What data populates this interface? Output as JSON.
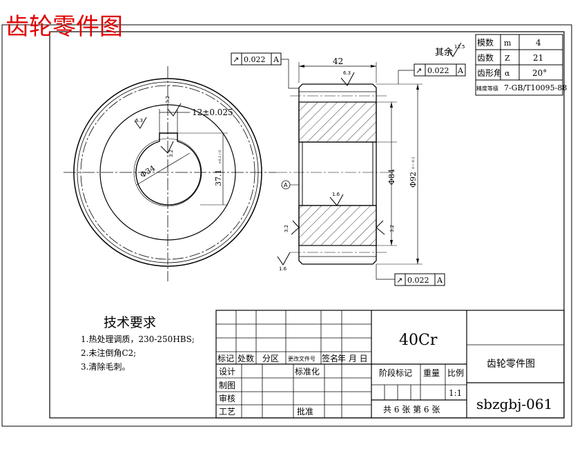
{
  "page_title": "齿轮零件图",
  "gear_params": [
    {
      "name": "模数",
      "symbol": "m",
      "value": "4"
    },
    {
      "name": "齿数",
      "symbol": "Z",
      "value": "21"
    },
    {
      "name": "齿形角",
      "symbol": "α",
      "value": "20°"
    },
    {
      "name": "精度等级",
      "symbol": "",
      "value": "7-GB/T10095-88"
    }
  ],
  "roughness_rest_label": "其余",
  "roughness_rest_value": "12.5",
  "dimensions": {
    "width": "42",
    "keyway_width": "12±0.025",
    "keyway_depth": "37.1",
    "keyway_depth_tol": "+0.2 / 0",
    "bore_dia": "Φ34",
    "hub_dia": "Φ84",
    "outer_dia": "Φ92",
    "outer_tol": "0 / -0.2"
  },
  "roughness": {
    "r1": "6.3",
    "r2": "3.2",
    "r3": "1.6",
    "r4": "3.2",
    "r5": "6.3",
    "r6": "1.6"
  },
  "tolerance_frames": [
    {
      "symbol": "↗",
      "value": "0.022",
      "datum": "A"
    },
    {
      "symbol": "↗",
      "value": "0.022",
      "datum": "A"
    },
    {
      "symbol": "↗",
      "value": "0.022",
      "datum": "A"
    }
  ],
  "datum_label": "A",
  "tech_req": {
    "title": "技术要求",
    "items": [
      "1.热处理调质，230-250HBS;",
      "2.未注倒角C2;",
      "3.清除毛刺。"
    ]
  },
  "title_block": {
    "material": "40Cr",
    "drawing_name": "齿轮零件图",
    "drawing_no": "sbzgbj-061",
    "scale": "1:1",
    "sheets": "共 6 张  第 6 张",
    "col_labels": [
      "标记",
      "处数",
      "分区",
      "更改文件号",
      "签名",
      "年 月 日"
    ],
    "row_labels": [
      "设计",
      "制图",
      "审核",
      "工艺"
    ],
    "standardize": "标准化",
    "approve": "批准",
    "stage_mark": "阶段标记",
    "weight": "重量",
    "ratio": "比例"
  }
}
